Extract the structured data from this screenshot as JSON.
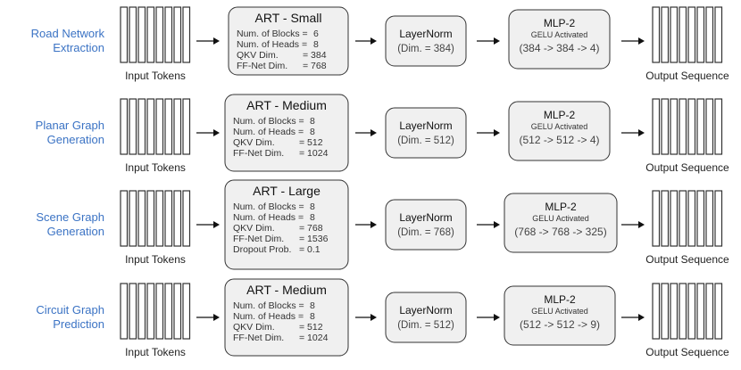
{
  "rows": [
    {
      "task": [
        "Road Network",
        "Extraction"
      ],
      "input_label": "Input Tokens",
      "art": {
        "name": "ART",
        "size": "Small",
        "params": [
          {
            "label": "Num. of Blocks =",
            "value": "6"
          },
          {
            "label": "Num. of Heads =",
            "value": "8"
          },
          {
            "label": "QKV Dim.",
            "value": "384"
          },
          {
            "label": "FF-Net Dim.",
            "value": "768"
          }
        ]
      },
      "layernorm": {
        "title": "LayerNorm",
        "dim": "(Dim. = 384)"
      },
      "mlp": {
        "title": "MLP-2",
        "activation": "GELU Activated",
        "dims": "(384 -> 384 -> 4)"
      },
      "output_label": "Output Sequence"
    },
    {
      "task": [
        "Planar Graph",
        "Generation"
      ],
      "input_label": "Input Tokens",
      "art": {
        "name": "ART",
        "size": "Medium",
        "params": [
          {
            "label": "Num. of Blocks =",
            "value": "8"
          },
          {
            "label": "Num. of Heads =",
            "value": "8"
          },
          {
            "label": "QKV Dim.",
            "value": "512"
          },
          {
            "label": "FF-Net Dim.",
            "value": "1024"
          }
        ]
      },
      "layernorm": {
        "title": "LayerNorm",
        "dim": "(Dim. = 512)"
      },
      "mlp": {
        "title": "MLP-2",
        "activation": "GELU Activated",
        "dims": "(512 -> 512 -> 4)"
      },
      "output_label": "Output Sequence"
    },
    {
      "task": [
        "Scene Graph",
        "Generation"
      ],
      "input_label": "Input Tokens",
      "art": {
        "name": "ART",
        "size": "Large",
        "params": [
          {
            "label": "Num. of Blocks =",
            "value": "8"
          },
          {
            "label": "Num. of Heads =",
            "value": "8"
          },
          {
            "label": "QKV Dim.",
            "value": "768"
          },
          {
            "label": "FF-Net Dim.",
            "value": "1536"
          },
          {
            "label": "Dropout Prob.",
            "value": "0.1"
          }
        ]
      },
      "layernorm": {
        "title": "LayerNorm",
        "dim": "(Dim. = 768)"
      },
      "mlp": {
        "title": "MLP-2",
        "activation": "GELU Activated",
        "dims": "(768 -> 768 -> 325)"
      },
      "output_label": "Output Sequence"
    },
    {
      "task": [
        "Circuit Graph",
        "Prediction"
      ],
      "input_label": "Input Tokens",
      "art": {
        "name": "ART",
        "size": "Medium",
        "params": [
          {
            "label": "Num. of Blocks =",
            "value": "8"
          },
          {
            "label": "Num. of Heads =",
            "value": "8"
          },
          {
            "label": "QKV Dim.",
            "value": "512"
          },
          {
            "label": "FF-Net Dim.",
            "value": "1024"
          }
        ]
      },
      "layernorm": {
        "title": "LayerNorm",
        "dim": "(Dim. = 512)"
      },
      "mlp": {
        "title": "MLP-2",
        "activation": "GELU Activated",
        "dims": "(512 -> 512 -> 9)"
      },
      "output_label": "Output Sequence"
    }
  ]
}
